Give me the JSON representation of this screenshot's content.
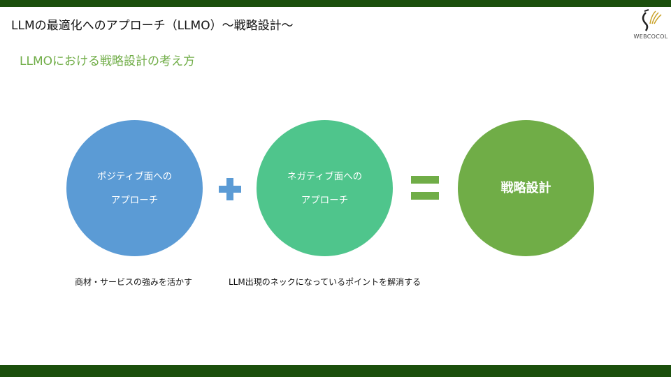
{
  "header": {
    "title": "LLMの最適化へのアプローチ（LLMO）～戦略設計～",
    "logo_text": "WEBCOCOL"
  },
  "subtitle": "LLMOにおける戦略設計の考え方",
  "colors": {
    "bar": "#1b4f0c",
    "positive": "#5b9bd5",
    "negative": "#4fc58c",
    "strategy": "#70ad47"
  },
  "diagram": {
    "positive": {
      "line1": "ポジティブ面への",
      "line2": "アプローチ",
      "caption": "商材・サービスの強みを活かす"
    },
    "negative": {
      "line1": "ネガティブ面への",
      "line2": "アプローチ",
      "caption": "LLM出現のネックになっているポイントを解消する"
    },
    "result": {
      "label": "戦略設計"
    }
  }
}
